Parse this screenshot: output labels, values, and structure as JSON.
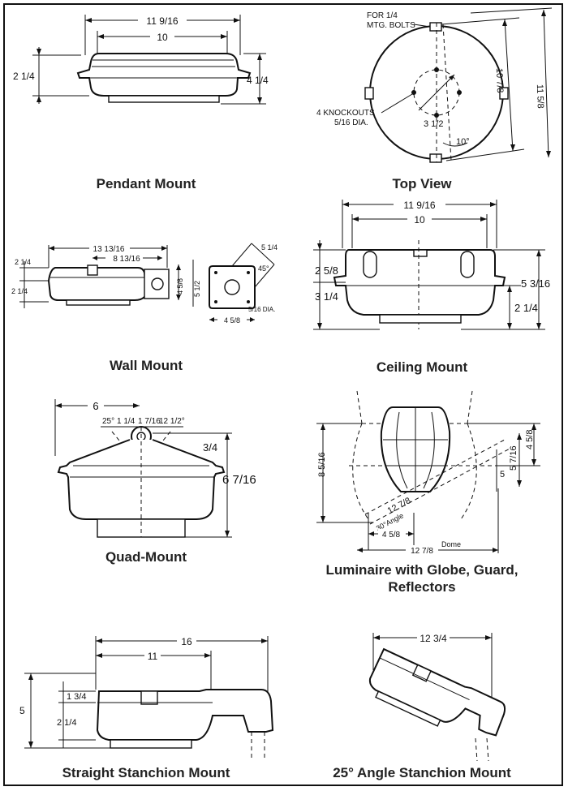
{
  "pendant": {
    "caption": "Pendant Mount",
    "dims": {
      "overall": "11 9/16",
      "inner": "10",
      "body_h": "2 1/4",
      "total_h": "4 1/4"
    }
  },
  "top_view": {
    "caption": "Top View",
    "bolts_line1": "FOR 1/4",
    "bolts_line2": "MTG. BOLTS",
    "knockouts_line1": "4 KNOCKOUTS",
    "knockouts_line2": "5/16 DIA.",
    "dims": {
      "radius": "3 1/2",
      "angle": "10°",
      "width_a": "10 7/8",
      "width_b": "11 5/8"
    }
  },
  "wall": {
    "caption": "Wall Mount",
    "dims": {
      "overall": "13 13/16",
      "inner": "8 13/16",
      "top_h": "2 1/4",
      "low_h": "2 1/4",
      "plate_h": "4 5/8",
      "height": "5 1/2",
      "diag": "5 1/4",
      "angle": "45°",
      "hole": "5/16 DIA.",
      "plate_w": "4 5/8"
    }
  },
  "ceiling": {
    "caption": "Ceiling Mount",
    "dims": {
      "overall": "11 9/16",
      "inner": "10",
      "top_h": "2 5/8",
      "low_h": "3 1/4",
      "total_h": "5 3/16",
      "body_h": "2 1/4"
    }
  },
  "quad": {
    "caption": "Quad-Mount",
    "dims": {
      "half": "6",
      "a1": "25°",
      "a2": "1 1/4",
      "a3": "1 7/16",
      "a4": "12 1/2°",
      "hub": "3/4",
      "total_h": "6 7/16"
    }
  },
  "luminaire": {
    "caption_line1": "Luminaire with Globe, Guard,",
    "caption_line2": "Reflectors",
    "dims": {
      "height": "8 5/16",
      "h2": "5 7/16",
      "h3": "4 5/8",
      "h4": "5",
      "diag": "12 7/8",
      "angle": "30°Angle",
      "base": "4 5/8",
      "dome_w": "12 7/8",
      "dome": "Dome"
    }
  },
  "straight": {
    "caption": "Straight Stanchion Mount",
    "dims": {
      "overall": "16",
      "inner": "11",
      "total_h": "5",
      "top_h": "1 3/4",
      "body_h": "2 1/4"
    }
  },
  "angle": {
    "caption": "25° Angle Stanchion Mount",
    "dims": {
      "overall": "12 3/4"
    }
  }
}
